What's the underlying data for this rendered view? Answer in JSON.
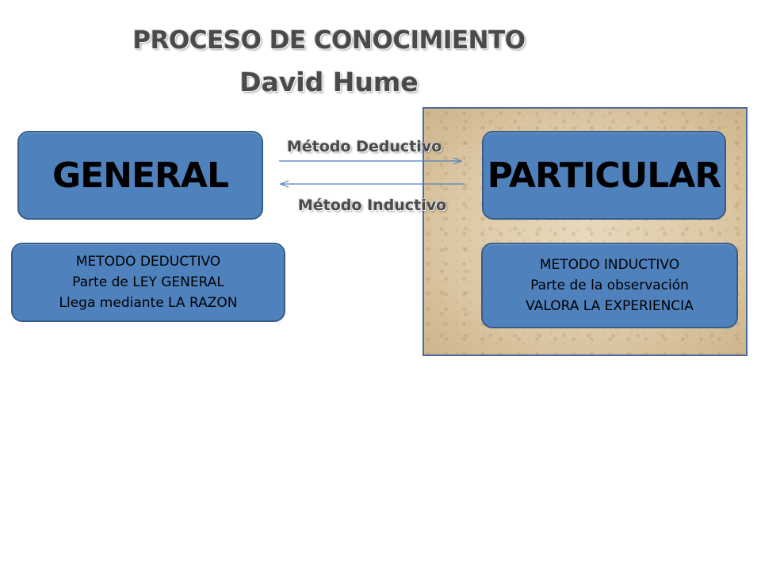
{
  "title": "PROCESO DE CONOCIMIENTO",
  "subtitle": "David Hume",
  "general_box": {
    "label": "GENERAL"
  },
  "particular_box": {
    "label": "PARTICULAR"
  },
  "arrows": {
    "deductive_label": "Método Deductivo",
    "inductive_label": "Método Inductivo"
  },
  "deductive_box": {
    "lines": [
      "METODO DEDUCTIVO",
      "Parte de LEY GENERAL",
      "Llega mediante LA  RAZON"
    ]
  },
  "inductive_box": {
    "lines": [
      "METODO INDUCTIVO",
      "Parte de la observación",
      "VALORA LA EXPERIENCIA"
    ]
  },
  "colors": {
    "box_fill": "#4f81bd",
    "box_border": "#385d8a",
    "arrow": "#4f81bd",
    "parchment": "#dcc8a4"
  }
}
